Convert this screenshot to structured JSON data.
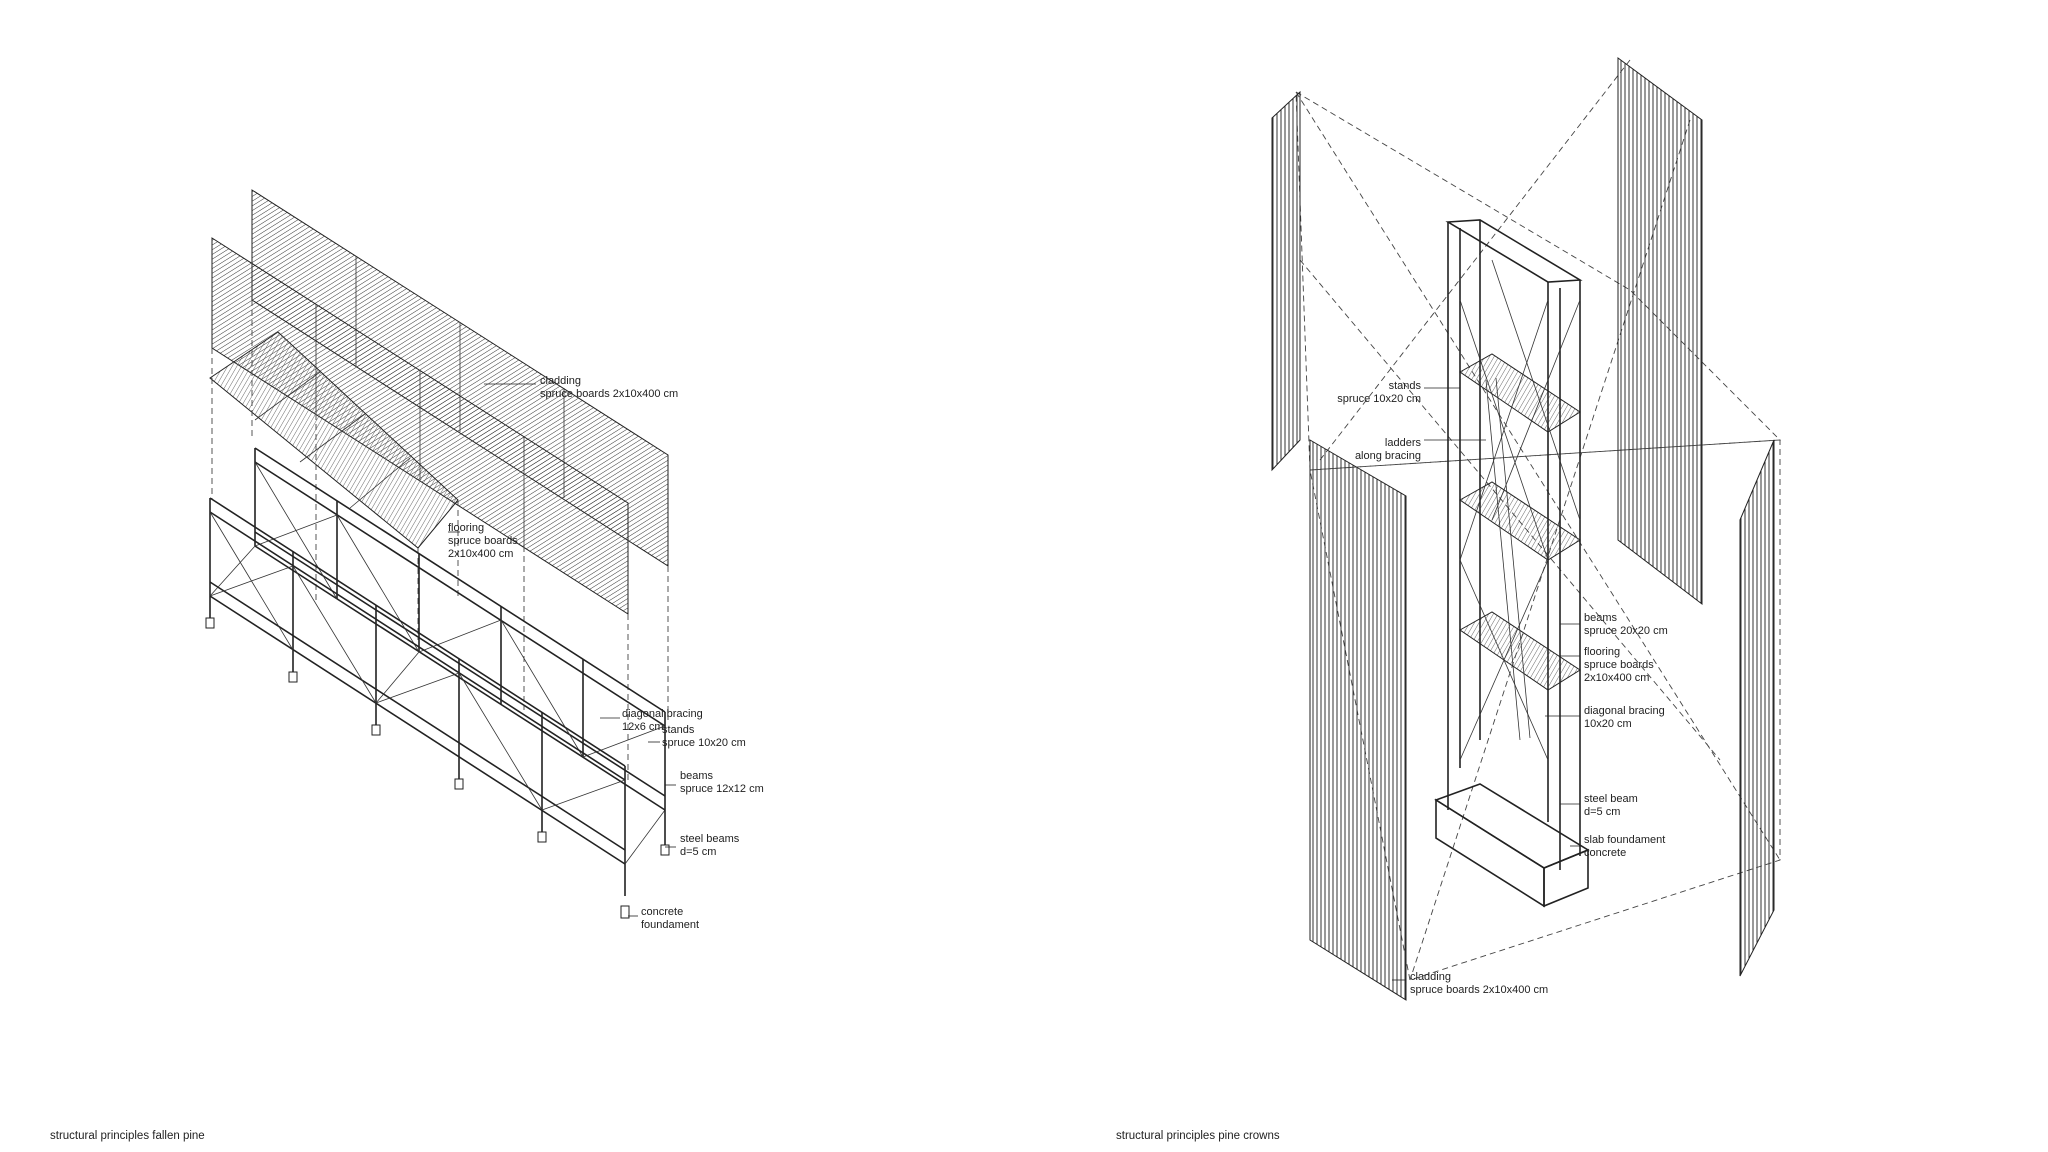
{
  "left_drawing": {
    "caption": "structural principles fallen pine",
    "labels": {
      "cladding_1": "cladding",
      "cladding_2": "spruce boards 2x10x400 cm",
      "flooring_1": "flooring",
      "flooring_2": "spruce boards",
      "flooring_3": "2x10x400 cm",
      "bracing_1": "diagonal bracing",
      "bracing_2": "12x6 cm",
      "stands_1": "stands",
      "stands_2": "spruce 10x20 cm",
      "beams_1": "beams",
      "beams_2": "spruce 12x12 cm",
      "steel_1": "steel beams",
      "steel_2": "d=5 cm",
      "concrete_1": "concrete",
      "concrete_2": "foundament"
    }
  },
  "right_drawing": {
    "caption": "structural principles pine crowns",
    "labels": {
      "stands_1": "stands",
      "stands_2": "spruce 10x20 cm",
      "ladders_1": "ladders",
      "ladders_2": "along bracing",
      "beams_1": "beams",
      "beams_2": "spruce 20x20 cm",
      "flooring_1": "flooring",
      "flooring_2": "spruce boards",
      "flooring_3": "2x10x400 cm",
      "bracing_1": "diagonal bracing",
      "bracing_2": "10x20 cm",
      "steel_1": "steel beam",
      "steel_2": "d=5 cm",
      "slab_1": "slab foundament",
      "slab_2": "concrete",
      "cladding_1": "cladding",
      "cladding_2": "spruce boards 2x10x400 cm"
    }
  },
  "colors": {
    "ink": "#222222",
    "background": "#ffffff"
  }
}
